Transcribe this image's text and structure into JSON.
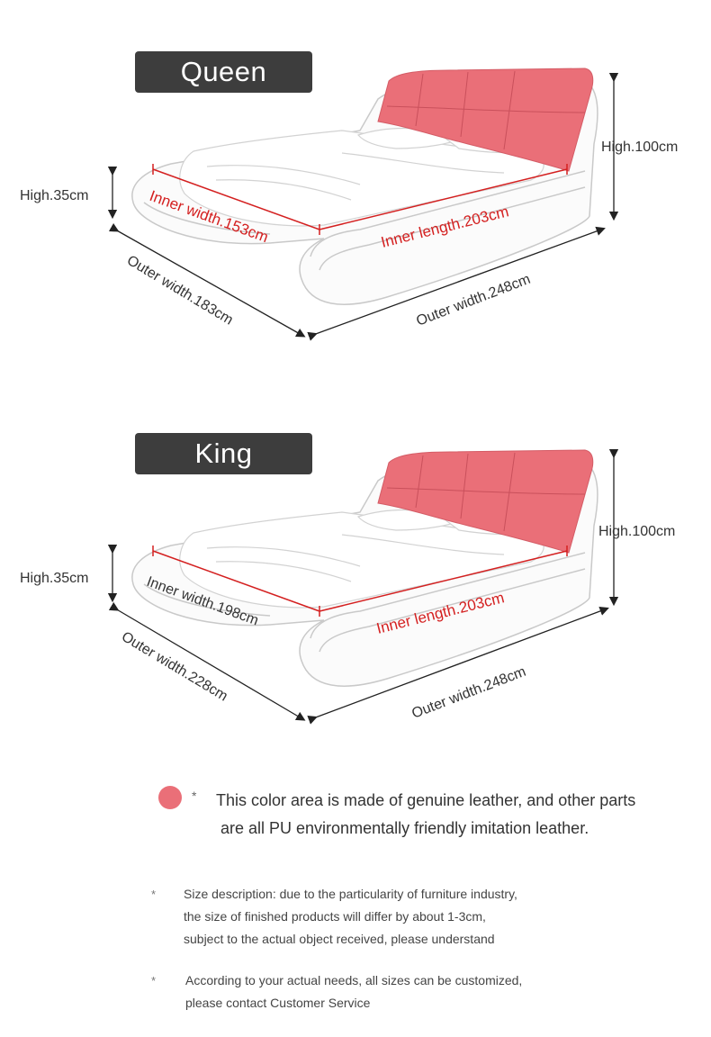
{
  "colors": {
    "leather": "#ea6f78",
    "badge_bg": "#3d3d3d",
    "inner_dim": "#d42020"
  },
  "queen": {
    "badge": "Queen",
    "headboard_height": "High.100cm",
    "side_height": "High.35cm",
    "inner_width": "Inner width.153cm",
    "inner_length": "Inner length.203cm",
    "outer_width_left": "Outer width.183cm",
    "outer_width_right": "Outer width.248cm"
  },
  "king": {
    "badge": "King",
    "headboard_height": "High.100cm",
    "side_height": "High.35cm",
    "inner_width": "Inner width.198cm",
    "inner_length": "Inner length.203cm",
    "outer_width_left": "Outer width.228cm",
    "outer_width_right": "Outer width.248cm"
  },
  "legend": {
    "star": "*",
    "line1": "This color area is made of genuine leather, and other parts",
    "line2": "are all PU environmentally friendly imitation leather."
  },
  "notes": [
    {
      "star": "*",
      "lines": [
        "Size description: due to the particularity of furniture industry,",
        "the size of finished products will differ by about 1-3cm,",
        "subject to the actual object received, please understand"
      ]
    },
    {
      "star": "*",
      "lines": [
        "According to your actual needs, all sizes can be customized,",
        "please contact Customer Service"
      ]
    }
  ]
}
